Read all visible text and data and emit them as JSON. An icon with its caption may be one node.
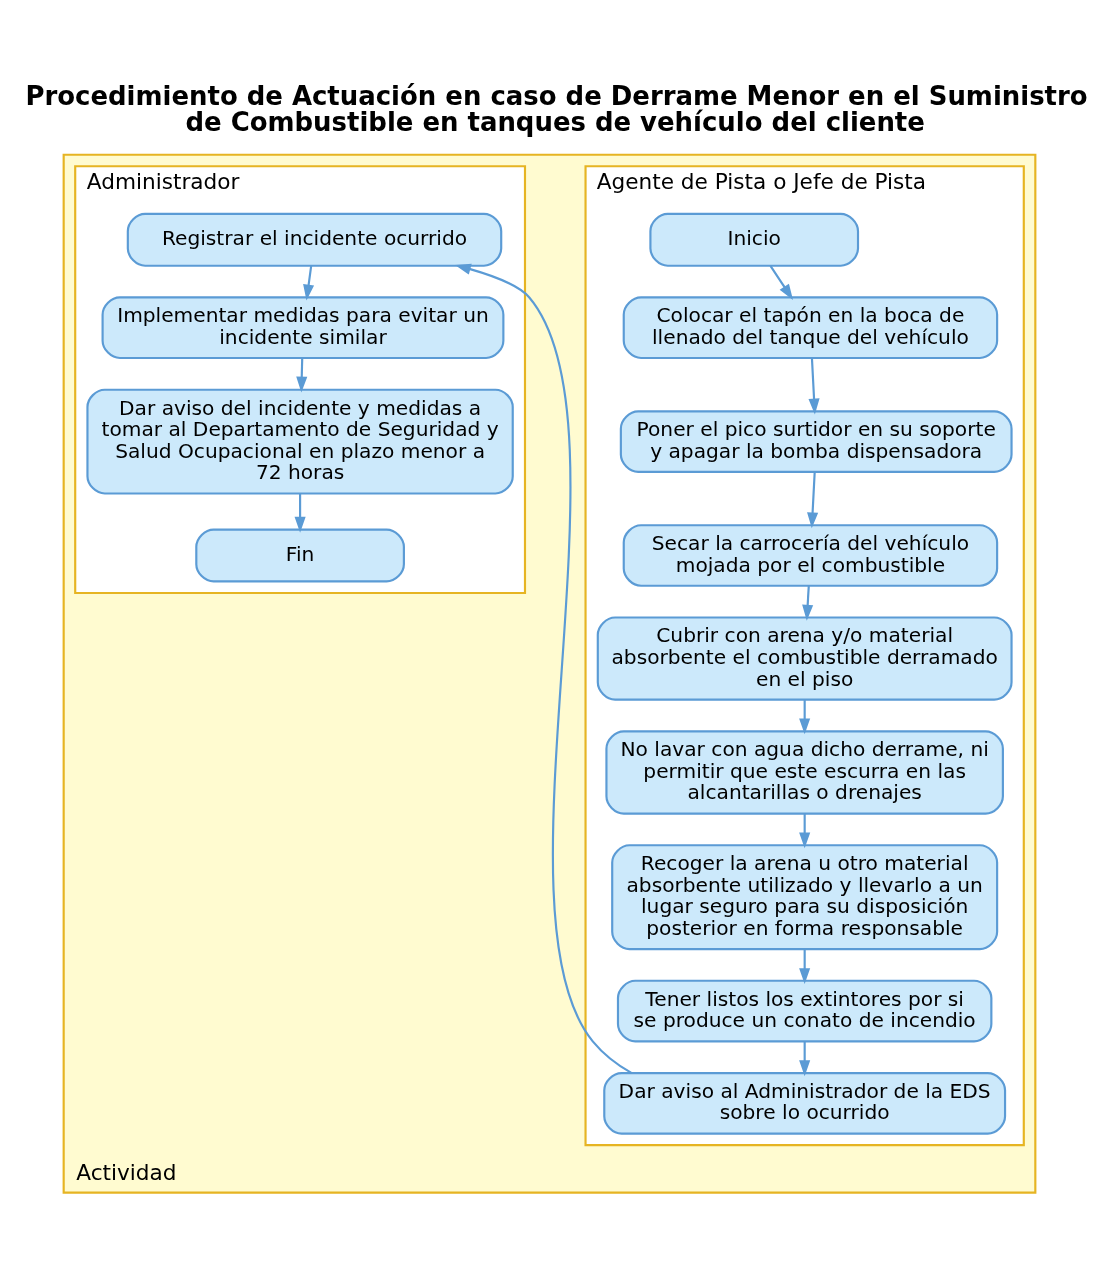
{
  "diagram": {
    "title": "Procedimiento de Actuación en caso de Derrame Menor en el Suministro de Combustible en tanques de vehículo del cliente",
    "nodes": [
      {
        "text": [
          "Actividad"
        ]
      },
      {
        "text": [
          "Agente de Pista o Jefe de Pista"
        ],
        "in": 0
      },
      {
        "text": [
          "Administrador"
        ],
        "in": 0
      },
      {
        "text": [
          "Inicio"
        ],
        "in": 1
      },
      {
        "text": [
          "Colocar el tapón en la boca de llenado del tanque del vehículo"
        ],
        "in": 1
      },
      {
        "text": [
          "Poner el pico surtidor en su soporte y apagar la bomba dispensadora"
        ],
        "in": 1
      },
      {
        "text": [
          "Secar la carrocería del vehículo mojada por el combustible"
        ],
        "in": 1
      },
      {
        "text": [
          "Cubrir con arena y/o material absorbente el combustible derramado en el piso"
        ],
        "in": 1
      },
      {
        "text": [
          "No lavar con agua dicho derrame, ni permitir que este escurra en las alcantarillas o drenajes"
        ],
        "in": 1
      },
      {
        "text": [
          "Recoger la arena u otro material absorbente utilizado y llevarlo a un lugar seguro para su disposición posterior en forma responsable"
        ],
        "in": 1
      },
      {
        "text": [
          "Tener listos los extintores por si se produce un conato de incendio"
        ],
        "in": 1
      },
      {
        "text": [
          "Dar aviso al Administrador de la EDS sobre lo ocurrido"
        ],
        "in": 1
      },
      {
        "text": [
          "Registrar el incidente ocurrido"
        ],
        "in": 2
      },
      {
        "text": [
          "Implementar medidas para evitar un incidente similar"
        ],
        "in": 2
      },
      {
        "text": [
          "Dar aviso del incidente y medidas a tomar al Departamento de Seguridad y Salud Ocupacional en plazo menor a 72 horas"
        ],
        "in": 2
      },
      {
        "text": [
          "Fin"
        ],
        "in": 2
      }
    ],
    "edges": [
      {
        "from": 3,
        "to": 4,
        "arrow": "to"
      },
      {
        "from": 4,
        "to": 5,
        "arrow": "to"
      },
      {
        "from": 5,
        "to": 6,
        "arrow": "to"
      },
      {
        "from": 6,
        "to": 7,
        "arrow": "to"
      },
      {
        "from": 7,
        "to": 8,
        "arrow": "to"
      },
      {
        "from": 8,
        "to": 9,
        "arrow": "to"
      },
      {
        "from": 9,
        "to": 10,
        "arrow": "to"
      },
      {
        "from": 10,
        "to": 11,
        "arrow": "to"
      },
      {
        "from": 11,
        "to": 12,
        "arrow": "to"
      },
      {
        "from": 12,
        "to": 13,
        "arrow": "to"
      },
      {
        "from": 13,
        "to": 14,
        "arrow": "to"
      },
      {
        "from": 14,
        "to": 15,
        "arrow": "to"
      }
    ]
  }
}
